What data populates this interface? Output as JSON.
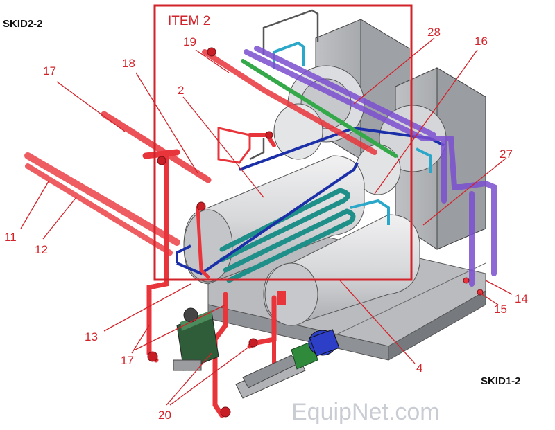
{
  "skid_labels": {
    "top_left": "SKID2-2",
    "bottom_right": "SKID1-2"
  },
  "item_box": {
    "label": "ITEM 2",
    "color": "#d2232a"
  },
  "callouts": {
    "c17a": "17",
    "c18": "18",
    "c19": "19",
    "c28": "28",
    "c16": "16",
    "c2": "2",
    "c27": "27",
    "c11": "11",
    "c12": "12",
    "c13": "13",
    "c14": "14",
    "c15": "15",
    "c17b": "17",
    "c20": "20",
    "c4": "4"
  },
  "watermark": {
    "text": "EquipNet.com"
  },
  "colors": {
    "red_pipe": "#e8353b",
    "teal_pipe": "#1f8f89",
    "purple_pipe": "#7b4fd0",
    "blue_pipe": "#1b2fa8",
    "green_pipe": "#35a84a",
    "cyan_pipe": "#2aa7c9",
    "motor_blue": "#2d3fc7",
    "pump_green": "#2f8a3c",
    "vessel_gray": "#d9dadc"
  }
}
